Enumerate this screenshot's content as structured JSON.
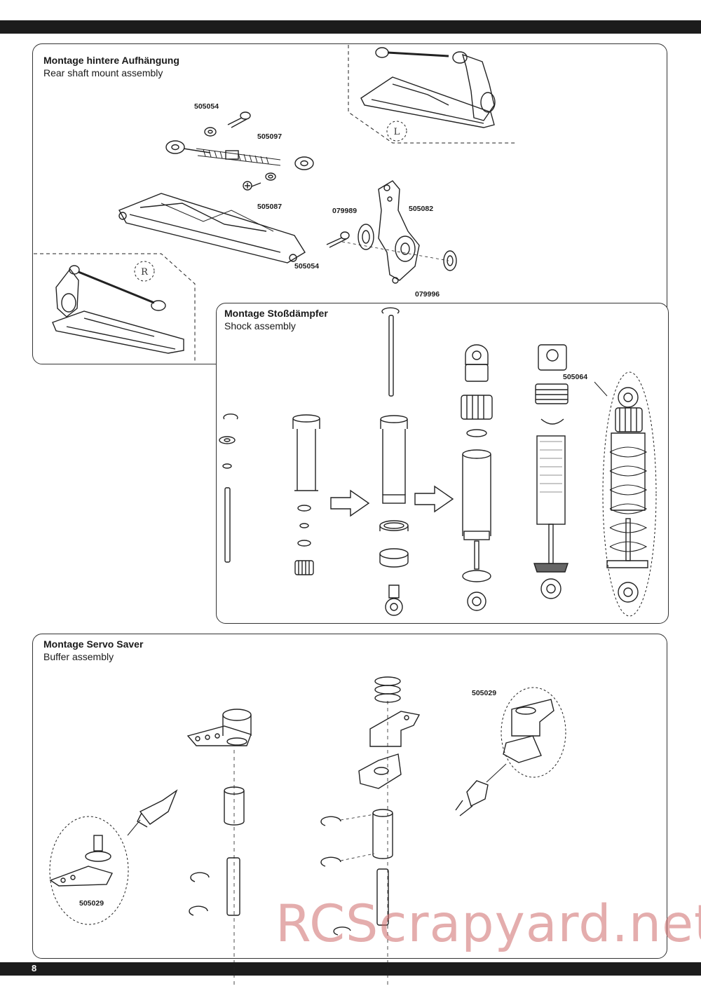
{
  "page_number": "8",
  "sections": {
    "rear": {
      "title_de": "Montage hintere Aufhängung",
      "title_en": "Rear shaft mount assembly",
      "markers": {
        "left": "L",
        "right": "R"
      },
      "parts": {
        "p1": "505054",
        "p2": "505097",
        "p3": "505087",
        "p4": "079989",
        "p5": "505082",
        "p6": "505054",
        "p7": "079996"
      }
    },
    "shock": {
      "title_de": "Montage Stoßdämpfer",
      "title_en": "Shock assembly",
      "parts": {
        "p1": "505064"
      }
    },
    "servo": {
      "title_de": "Montage Servo Saver",
      "title_en": "Buffer assembly",
      "parts": {
        "p1": "505029",
        "p2": "505029"
      }
    }
  },
  "watermark": "RCScrapyard.net"
}
